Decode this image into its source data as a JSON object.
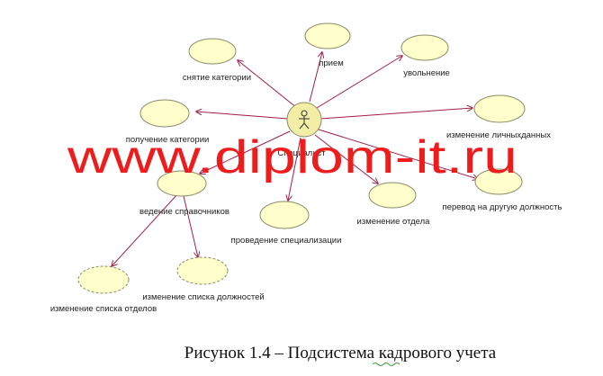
{
  "diagram": {
    "actor_label": "Специалист",
    "use_cases": [
      {
        "id": "uc-priem",
        "label": "прием"
      },
      {
        "id": "uc-uvolnenie",
        "label": "увольнение"
      },
      {
        "id": "uc-snyatie",
        "label": "снятие категории"
      },
      {
        "id": "uc-poluchenie",
        "label": "получение категории"
      },
      {
        "id": "uc-lichnye",
        "label": "изменение личныхданных"
      },
      {
        "id": "uc-perevod",
        "label": "перевод на другую должность"
      },
      {
        "id": "uc-otdel",
        "label": "изменение отдела"
      },
      {
        "id": "uc-specializ",
        "label": "проведение специализации"
      },
      {
        "id": "uc-spravochniki",
        "label": "ведение справочников"
      },
      {
        "id": "uc-spisok-otdelov",
        "label": "изменение списка отделов"
      },
      {
        "id": "uc-spisok-dolzhn",
        "label": "изменение списка должностей"
      }
    ],
    "colors": {
      "ellipse_fill": "#ffffcc",
      "ellipse_stroke": "#8a8a66",
      "arrow": "#a0204a",
      "actor_circle": "#f2eea6",
      "watermark": "#ee1c1c"
    }
  },
  "watermark": "www.diplom-it.ru",
  "caption": "Рисунок 1.4 – Подсистема кадрового учета"
}
